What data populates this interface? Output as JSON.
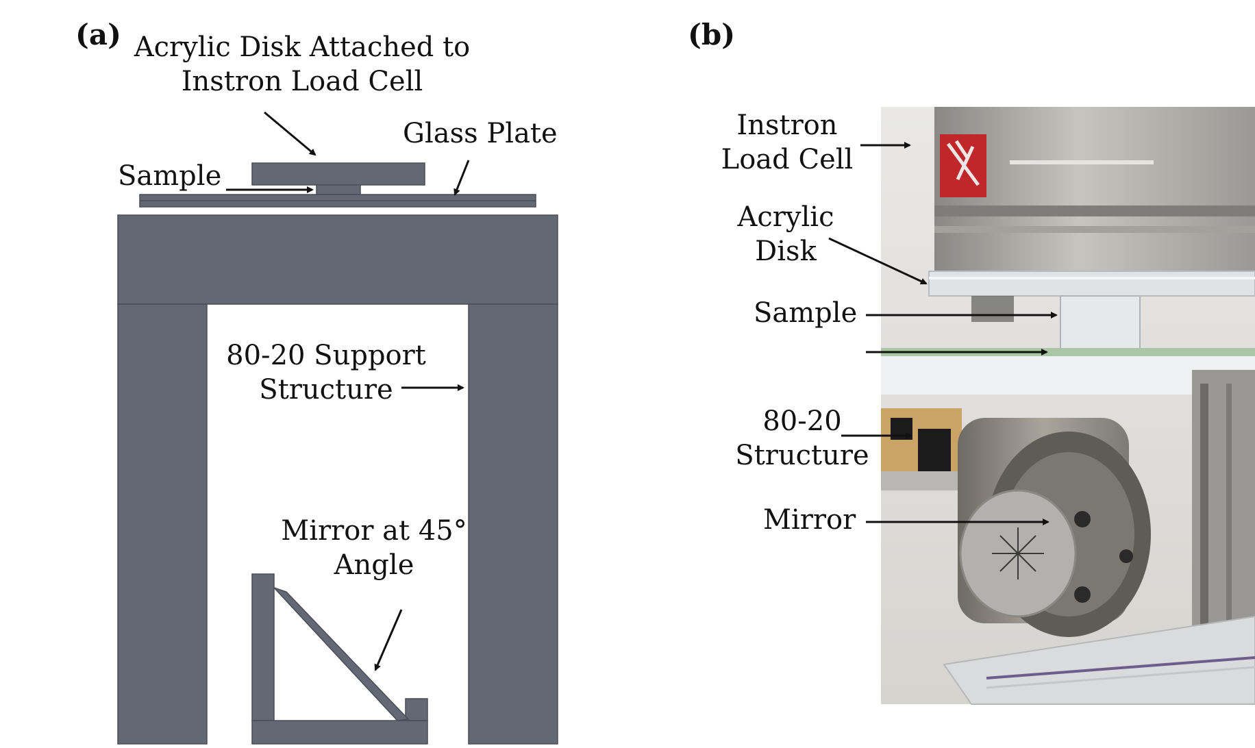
{
  "panel_a": {
    "letter": "(a)",
    "labels": {
      "acrylic_disk_line1": "Acrylic Disk Attached to",
      "acrylic_disk_line2": "Instron Load Cell",
      "glass_plate": "Glass Plate",
      "sample": "Sample",
      "support_line1": "80-20 Support",
      "support_line2": "Structure",
      "mirror_line1": "Mirror at 45°",
      "mirror_line2": "Angle"
    }
  },
  "panel_b": {
    "letter": "(b)",
    "labels": {
      "load_cell_line1": "Instron",
      "load_cell_line2": "Load Cell",
      "acrylic_line1": "Acrylic",
      "acrylic_line2": "Disk",
      "sample": "Sample",
      "structure_line1": "80-20",
      "structure_line2": "Structure",
      "mirror": "Mirror"
    }
  },
  "colors": {
    "cad_fill": "#646875",
    "cad_stroke": "#4a4d57",
    "arrow": "#111111"
  }
}
